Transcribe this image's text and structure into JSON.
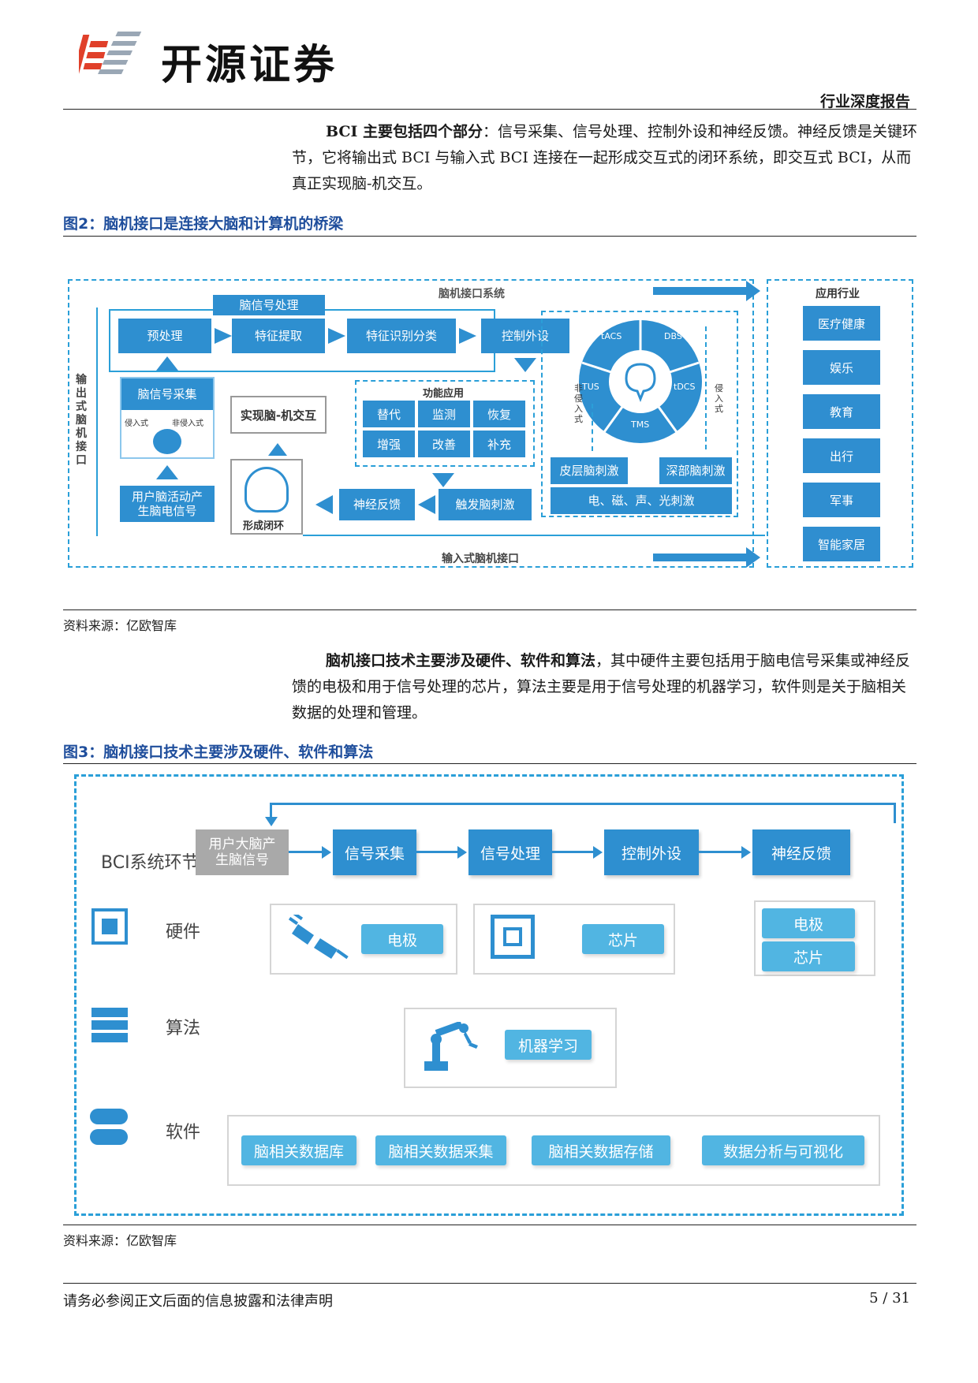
{
  "header": {
    "brand": "开源证券",
    "report_type": "行业深度报告"
  },
  "para1": {
    "bold": "BCI 主要包括四个部分",
    "text": "：信号采集、信号处理、控制外设和神经反馈。神经反馈是关键环节，它将输出式 BCI 与输入式 BCI 连接在一起形成交互式的闭环系统，即交互式 BCI，从而真正实现脑-机交互。"
  },
  "fig2": {
    "title": "图2：脑机接口是连接大脑和计算机的桥梁",
    "source": "资料来源：亿欧智库",
    "system_title": "脑机接口系统",
    "output_label": "输出式脑机接口",
    "input_label": "输入式脑机接口",
    "signal_processing": "脑信号处理",
    "preprocess": "预处理",
    "feature_extract": "特征提取",
    "feature_classify": "特征识别分类",
    "control_device": "控制外设",
    "signal_acquire": "脑信号采集",
    "invasive": "侵入式",
    "noninvasive": "非侵入式",
    "brain_activity": "用户脑活动产生脑电信号",
    "realize": "实现脑-机交互",
    "closed_loop": "形成闭环",
    "function_title": "功能应用",
    "functions": [
      "替代",
      "监测",
      "恢复",
      "增强",
      "改善",
      "补充"
    ],
    "neuro_feedback": "神经反馈",
    "trigger_stim": "触发脑刺激",
    "wheel": [
      "tACS",
      "DBS",
      "tDCS",
      "TMS",
      "TUS"
    ],
    "non_invasive_v": "非侵入式",
    "invasive_v": "侵入式",
    "cortical": "皮层脑刺激",
    "deep": "深部脑刺激",
    "stim_types": "电、磁、声、光刺激",
    "industry_title": "应用行业",
    "industries": [
      "医疗健康",
      "娱乐",
      "教育",
      "出行",
      "军事",
      "智能家居"
    ]
  },
  "para2": {
    "bold": "脑机接口技术主要涉及硬件、软件和算法",
    "text": "，其中硬件主要包括用于脑电信号采集或神经反馈的电极和用于信号处理的芯片，算法主要是用于信号处理的机器学习，软件则是关于脑相关数据的处理和管理。"
  },
  "fig3": {
    "title": "图3：脑机接口技术主要涉及硬件、软件和算法",
    "source": "资料来源：亿欧智库",
    "row_bci": "BCI系统环节",
    "row_hw": "硬件",
    "row_alg": "算法",
    "row_sw": "软件",
    "steps": [
      "用户大脑产生脑信号",
      "信号采集",
      "信号处理",
      "控制外设",
      "神经反馈"
    ],
    "hw_electrode": "电极",
    "hw_chip": "芯片",
    "hw_fb_electrode": "电极",
    "hw_fb_chip": "芯片",
    "alg_ml": "机器学习",
    "software": [
      "脑相关数据库",
      "脑相关数据采集",
      "脑相关数据存储",
      "数据分析与可视化"
    ]
  },
  "footer": {
    "disclaimer": "请务必参阅正文后面的信息披露和法律声明",
    "page": "5 / 31"
  },
  "colors": {
    "primary_blue": "#2e8fd0",
    "light_blue": "#51b5e2",
    "title_blue": "#1f4e9c",
    "logo_red": "#e0402a"
  }
}
